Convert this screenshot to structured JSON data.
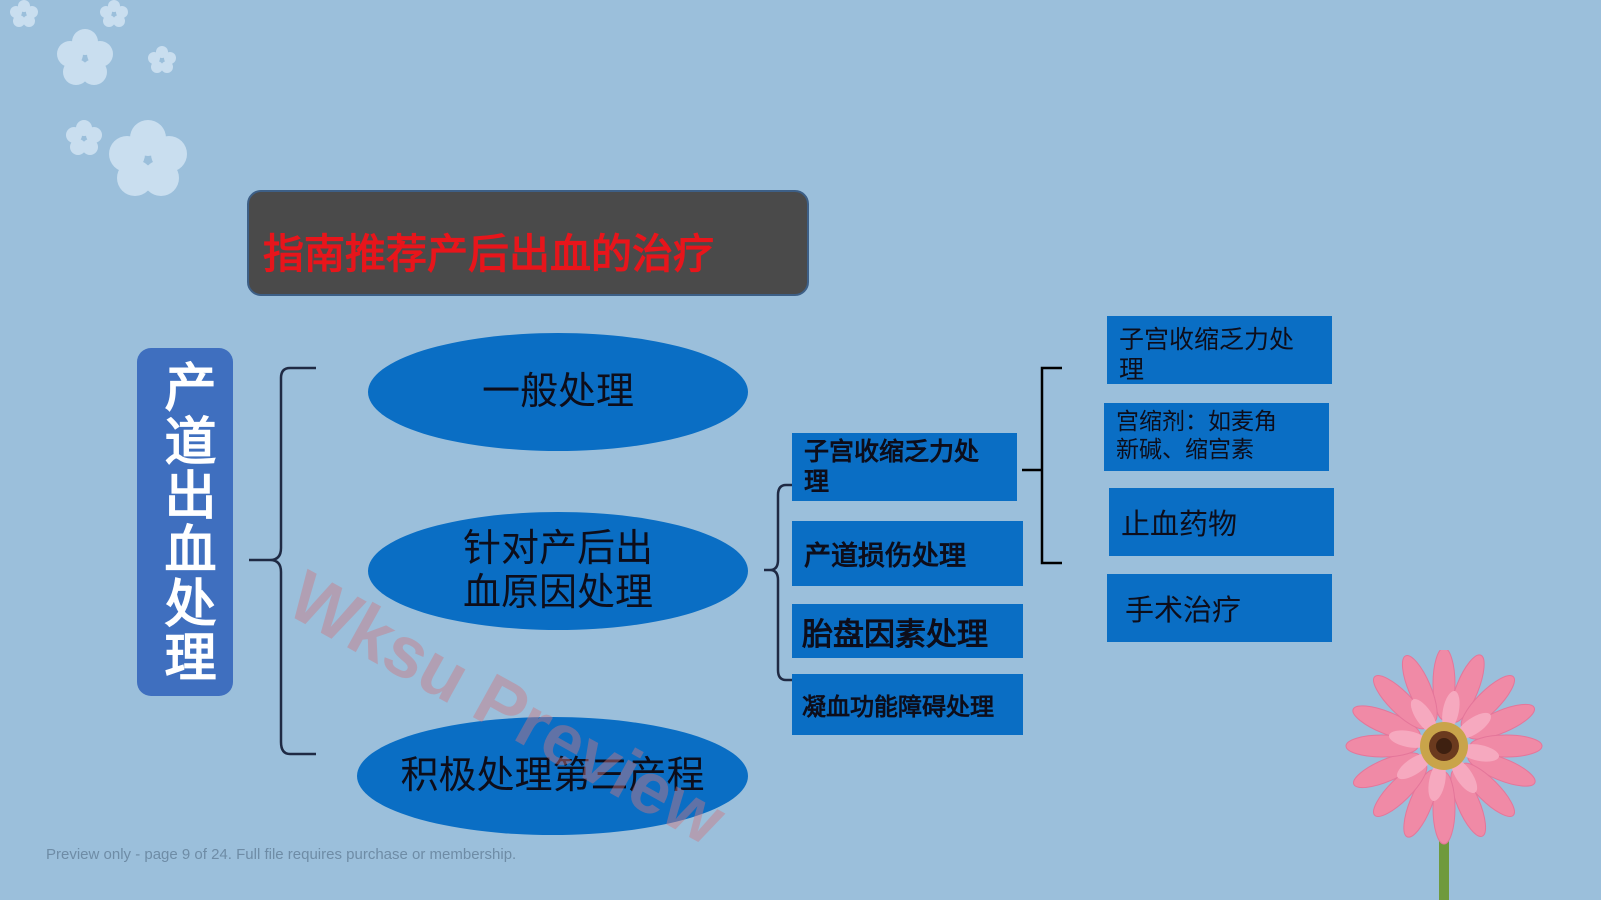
{
  "title": "指南推荐产后出血的治疗",
  "root_label": "产道出血处理",
  "level1": [
    "一般处理",
    "针对产后出血原因处理",
    "积极处理第三产程"
  ],
  "level1_lines": {
    "second": [
      "针对产后出",
      "血原因处理"
    ]
  },
  "level2": [
    "子宫收缩乏力处理",
    "产道损伤处理",
    "胎盘因素处理",
    "凝血功能障碍处理"
  ],
  "level2_lines": {
    "first": [
      "子宫收缩乏力处",
      "理"
    ]
  },
  "level3": [
    [
      "子宫收缩乏力处",
      "理"
    ],
    [
      "宫缩剂：如麦角",
      "新碱、缩宫素"
    ],
    [
      "止血药物"
    ],
    [
      "手术治疗"
    ]
  ],
  "footer": "Preview only - page 9 of 24. Full file requires purchase or membership.",
  "watermark": "Wksu Preview",
  "colors": {
    "background": "#9bbfdb",
    "node_blue": "#0a6ec4",
    "title_bg": "#4a4a4a",
    "title_text": "#e8151b",
    "root_bg": "#3f6fbf"
  }
}
